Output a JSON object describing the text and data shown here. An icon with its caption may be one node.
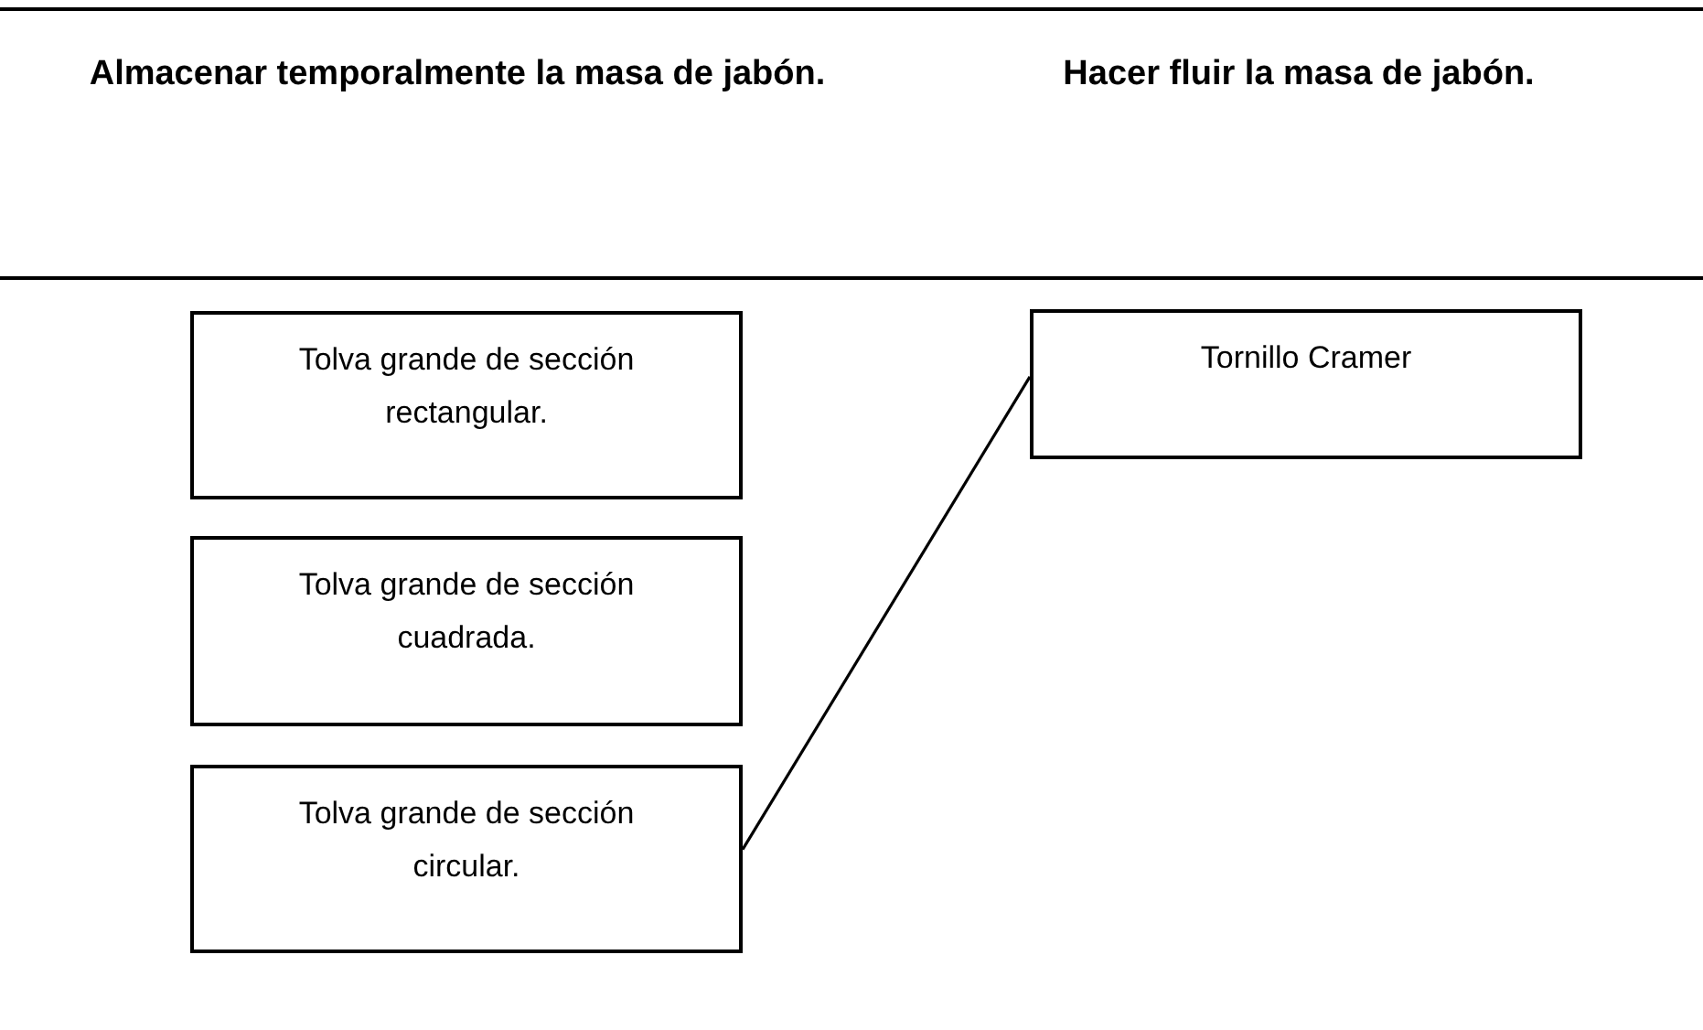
{
  "diagram": {
    "nodes": [
      {
        "text": [
          "Tolva grande de sección rectangular."
        ]
      },
      {
        "text": [
          "Tolva grande de sección cuadrada."
        ]
      },
      {
        "text": [
          "Tolva grande de sección circular."
        ]
      },
      {
        "text": [
          "Tornillo Cramer"
        ]
      }
    ],
    "edges": [
      {
        "from": 2,
        "to": 3,
        "arrow": "none"
      }
    ],
    "labels": [
      "Almacenar temporalmente la masa de jabón.",
      "Hacer fluir la masa de jabón."
    ]
  }
}
